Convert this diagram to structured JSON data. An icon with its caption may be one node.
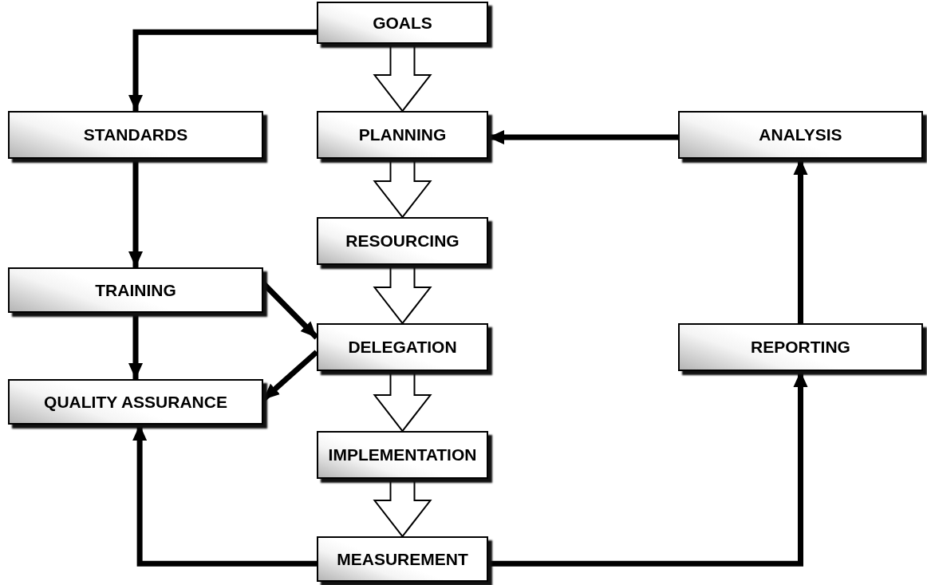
{
  "diagram": {
    "nodes": [
      {
        "text": [
          "GOALS"
        ]
      },
      {
        "text": [
          "STANDARDS"
        ]
      },
      {
        "text": [
          "PLANNING"
        ]
      },
      {
        "text": [
          "ANALYSIS"
        ]
      },
      {
        "text": [
          "RESOURCING"
        ]
      },
      {
        "text": [
          "TRAINING"
        ]
      },
      {
        "text": [
          "DELEGATION"
        ]
      },
      {
        "text": [
          "REPORTING"
        ]
      },
      {
        "text": [
          "QUALITY ASSURANCE"
        ]
      },
      {
        "text": [
          "IMPLEMENTATION"
        ]
      },
      {
        "text": [
          "MEASUREMENT"
        ]
      }
    ],
    "edges": [
      {
        "from": 0,
        "to": 2,
        "arrow": "to",
        "style": "thick"
      },
      {
        "from": 2,
        "to": 4,
        "arrow": "to",
        "style": "thick"
      },
      {
        "from": 4,
        "to": 6,
        "arrow": "to",
        "style": "thick"
      },
      {
        "from": 6,
        "to": 9,
        "arrow": "to",
        "style": "thick"
      },
      {
        "from": 9,
        "to": 10,
        "arrow": "to",
        "style": "thick"
      },
      {
        "from": 0,
        "to": 1,
        "arrow": "to"
      },
      {
        "from": 1,
        "to": 5,
        "arrow": "to"
      },
      {
        "from": 5,
        "to": 8,
        "arrow": "to"
      },
      {
        "from": 5,
        "to": 6,
        "arrow": "to"
      },
      {
        "from": 6,
        "to": 8,
        "arrow": "to"
      },
      {
        "from": 3,
        "to": 2,
        "arrow": "to"
      },
      {
        "from": 7,
        "to": 3,
        "arrow": "to"
      },
      {
        "from": 10,
        "to": 8,
        "arrow": "to"
      },
      {
        "from": 10,
        "to": 7,
        "arrow": "to"
      }
    ]
  }
}
